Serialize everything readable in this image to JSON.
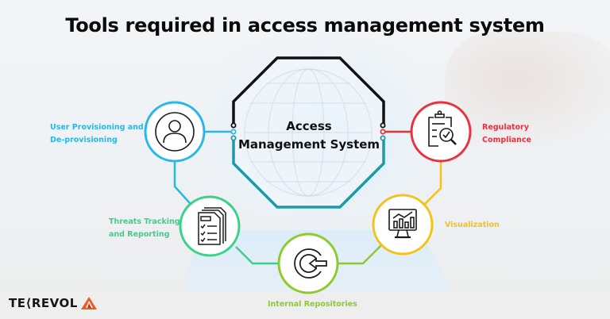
{
  "title": "Tools required in access management system",
  "center": {
    "line1": "Access",
    "line2": "Management System"
  },
  "tools": [
    {
      "id": "user-provisioning",
      "line1": "User Provisioning and",
      "line2": "De-provisioning",
      "color": "#29b8e6",
      "icon": "user-icon"
    },
    {
      "id": "regulatory-compliance",
      "line1": "Regulatory",
      "line2": "Compliance",
      "color": "#e8323f",
      "icon": "clipboard-check-icon"
    },
    {
      "id": "threats-tracking",
      "line1": "Threats Tracking",
      "line2": "and Reporting",
      "color": "#3dd08a",
      "icon": "documents-checklist-icon"
    },
    {
      "id": "visualization",
      "line1": "Visualization",
      "line2": "",
      "color": "#f4c21c",
      "icon": "monitor-chart-icon"
    },
    {
      "id": "internal-repositories",
      "line1": "Internal Repositories",
      "line2": "",
      "color": "#8dcb2c",
      "icon": "login-arrow-icon"
    }
  ],
  "colors": {
    "octagon_top": "#111111",
    "octagon_bottom": "#1e9aa6"
  },
  "logo": {
    "text": "TE⟨REVOL",
    "accent": "#f05a22"
  }
}
